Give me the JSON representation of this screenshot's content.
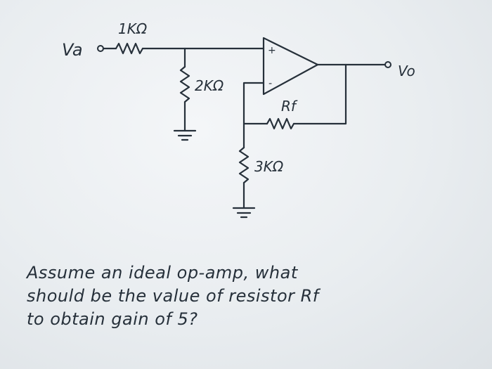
{
  "diagram": {
    "labels": {
      "input": "Va",
      "output": "Vo",
      "r_input": "1KΩ",
      "r_ground_noninv": "2KΩ",
      "r_feedback": "Rf",
      "r_ground_inv": "3KΩ",
      "noninverting_sign": "+",
      "inverting_sign": "-"
    }
  },
  "question": {
    "lines": [
      "Assume  an ideal  op-amp, what",
      "should be the value  of  resistor  Rf",
      "to  obtain gain  of 5?"
    ]
  }
}
